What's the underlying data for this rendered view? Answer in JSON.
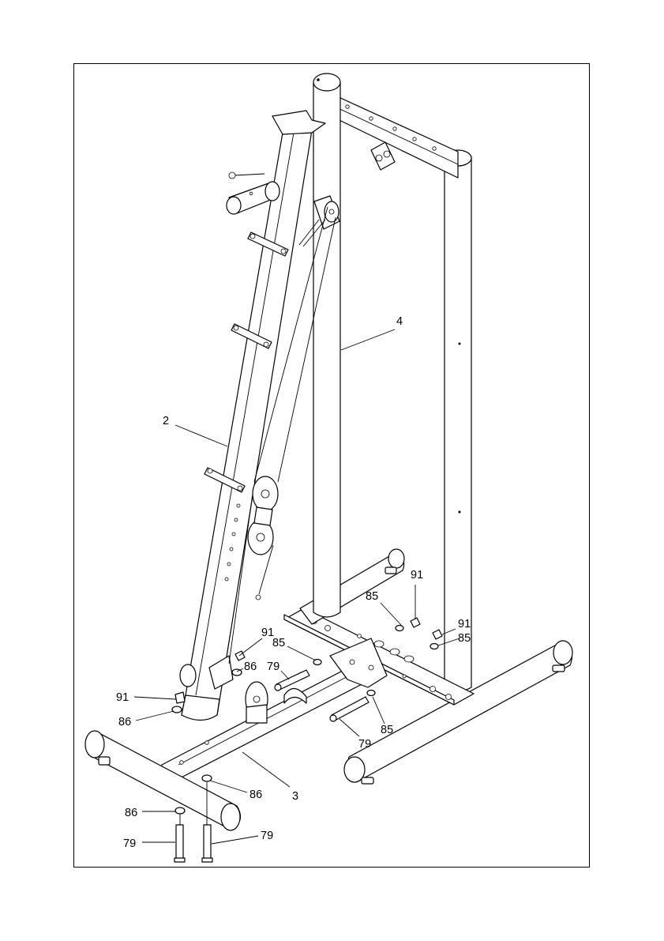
{
  "diagram": {
    "border_color": "#000000",
    "labels": {
      "part_4": "4",
      "part_2": "2",
      "part_3": "3",
      "part_91_a": "91",
      "part_85_a": "85",
      "part_91_b": "91",
      "part_85_b": "85",
      "part_91_c": "91",
      "part_85_c": "85",
      "part_86_a": "86",
      "part_79_a": "79",
      "part_91_d": "91",
      "part_86_b": "86",
      "part_85_d": "85",
      "part_79_b": "79",
      "part_86_c": "86",
      "part_86_d": "86",
      "part_79_c": "79",
      "part_79_d": "79"
    }
  }
}
